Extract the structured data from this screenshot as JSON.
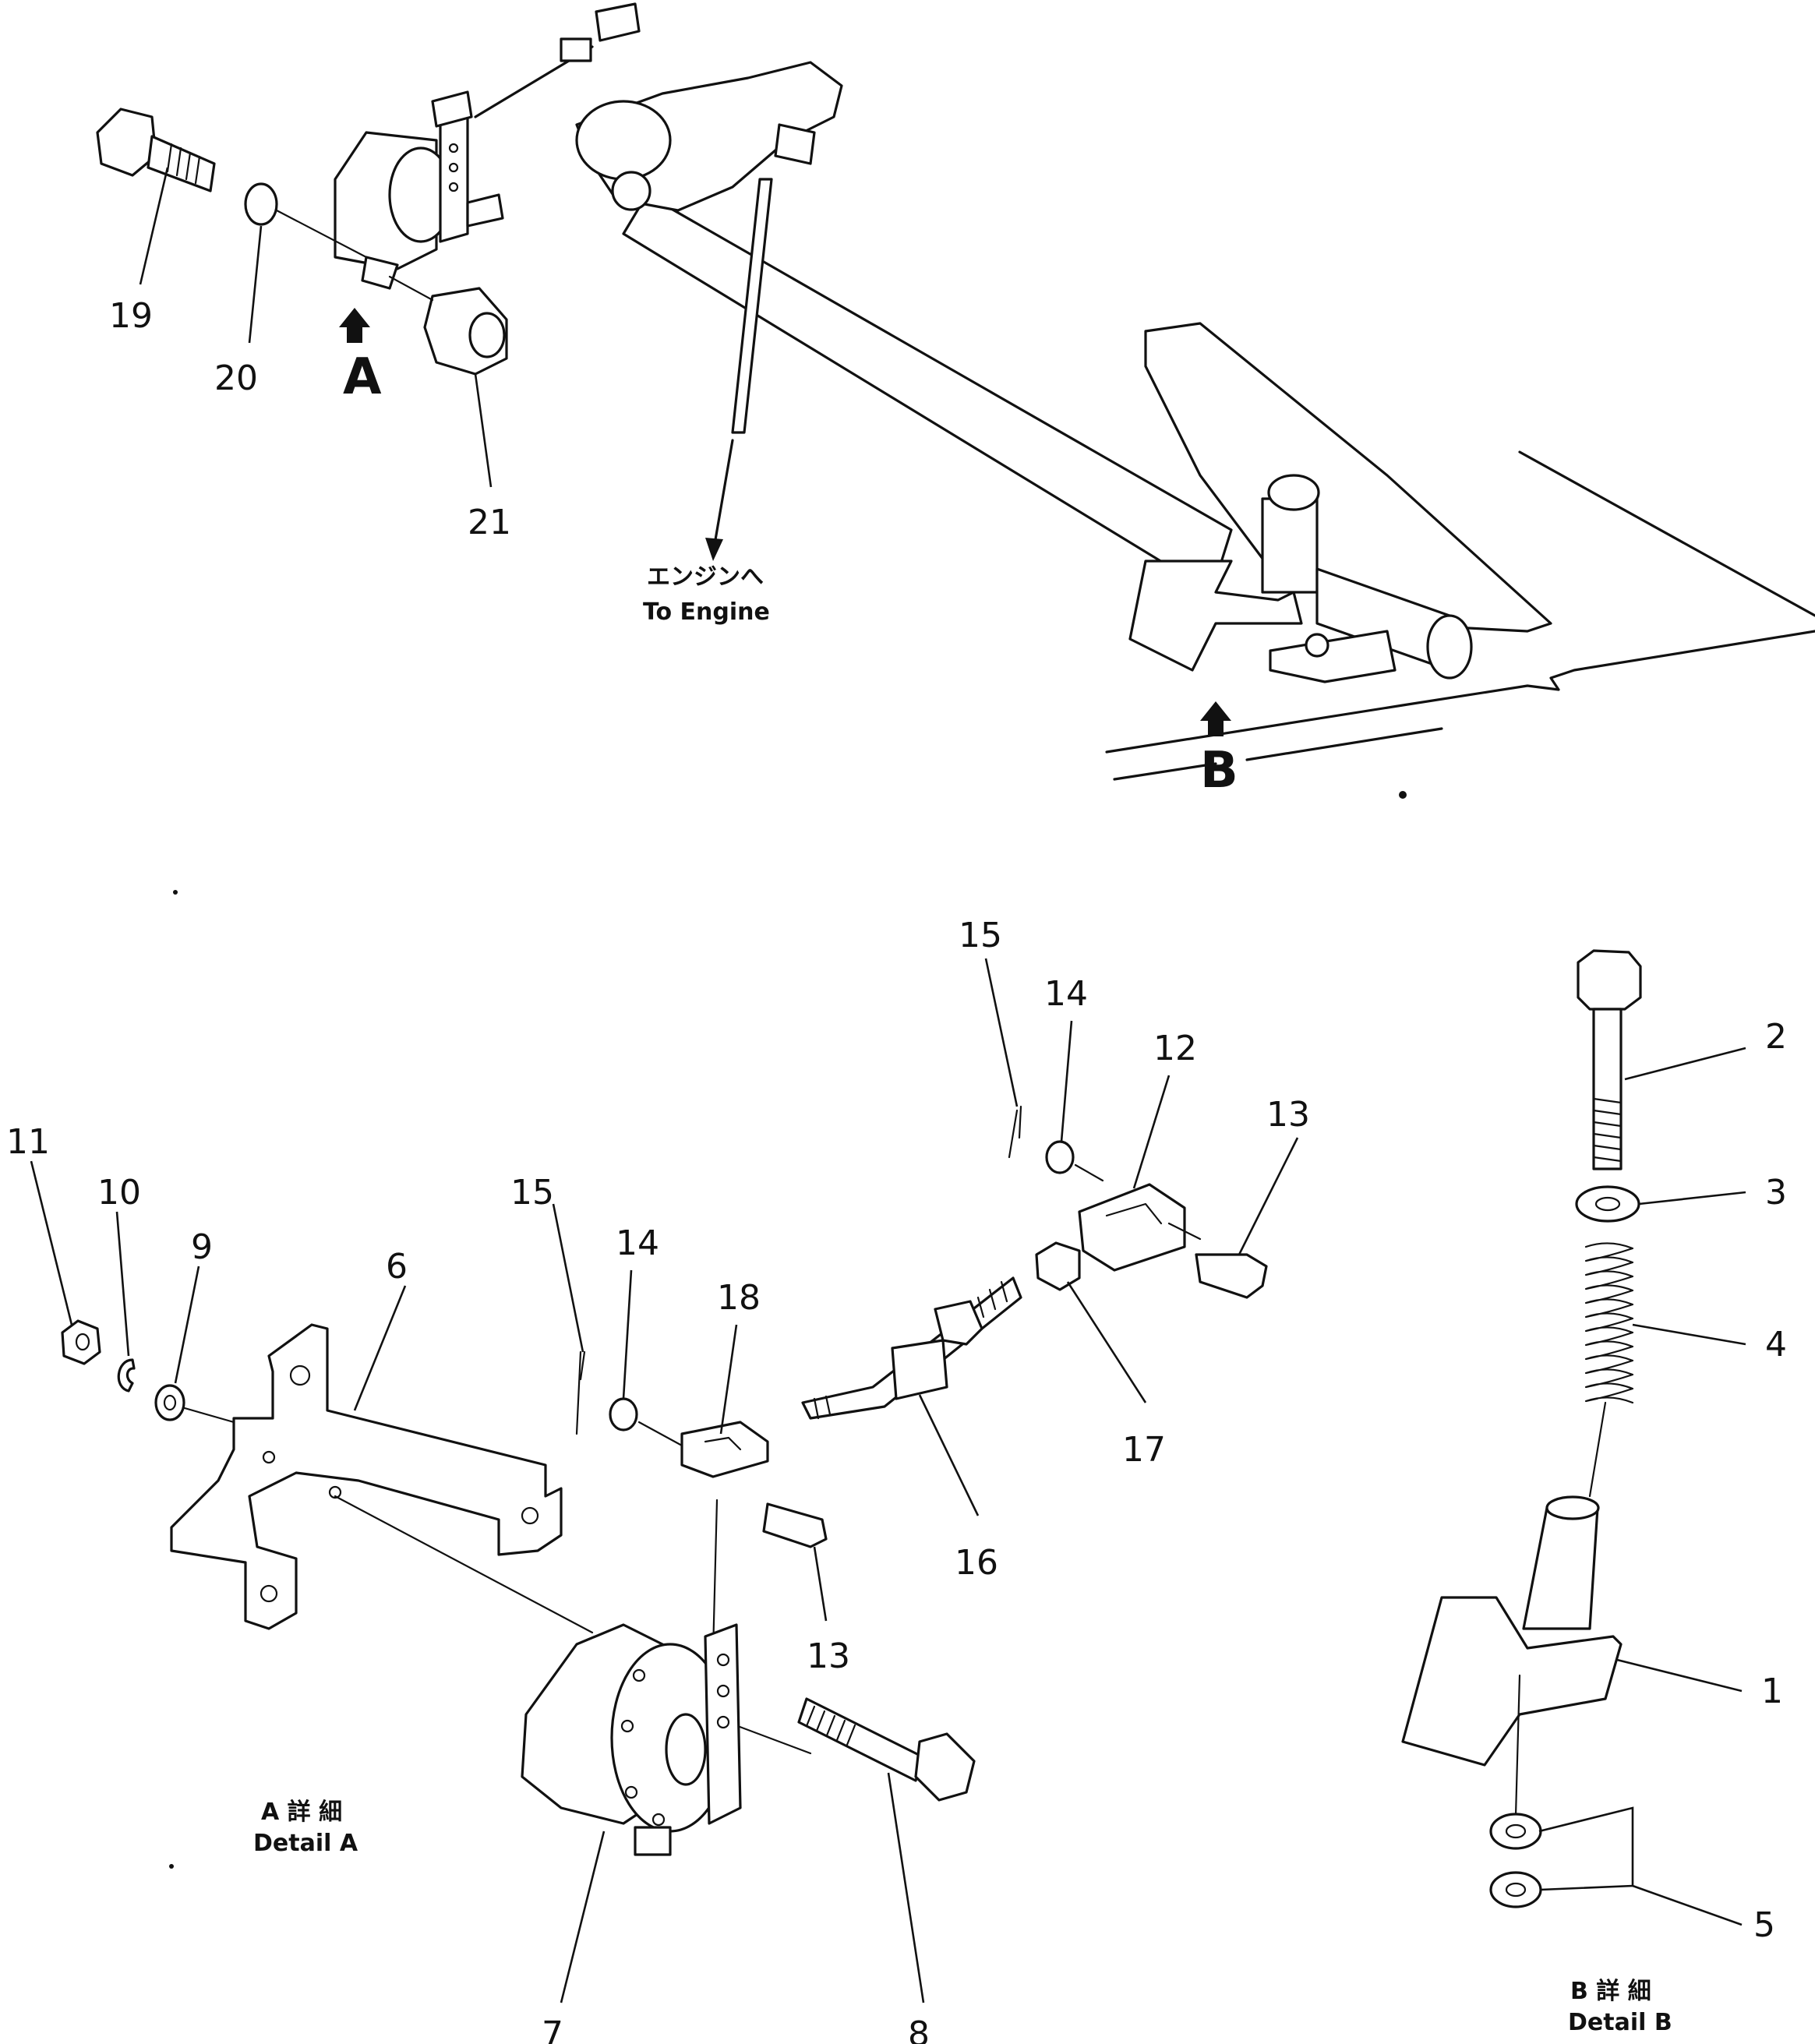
{
  "figure": {
    "callouts": {
      "c19": "19",
      "c20": "20",
      "c21": "21",
      "c1": "1",
      "c2": "2",
      "c3": "3",
      "c4": "4",
      "c5": "5",
      "c6": "6",
      "c7": "7",
      "c8": "8",
      "c9": "9",
      "c10": "10",
      "c11": "11",
      "c12": "12",
      "c13a": "13",
      "c13b": "13",
      "c14a": "14",
      "c14b": "14",
      "c15a": "15",
      "c15b": "15",
      "c16": "16",
      "c17": "17",
      "c18": "18"
    },
    "view_markers": {
      "a": "A",
      "b": "B"
    },
    "engine_note": {
      "jp": "エンジンへ",
      "en": "To Engine"
    },
    "detail_a": {
      "jp": "A 詳 細",
      "en": "Detail A"
    },
    "detail_b": {
      "jp": "B 詳 細",
      "en": "Detail B"
    }
  }
}
